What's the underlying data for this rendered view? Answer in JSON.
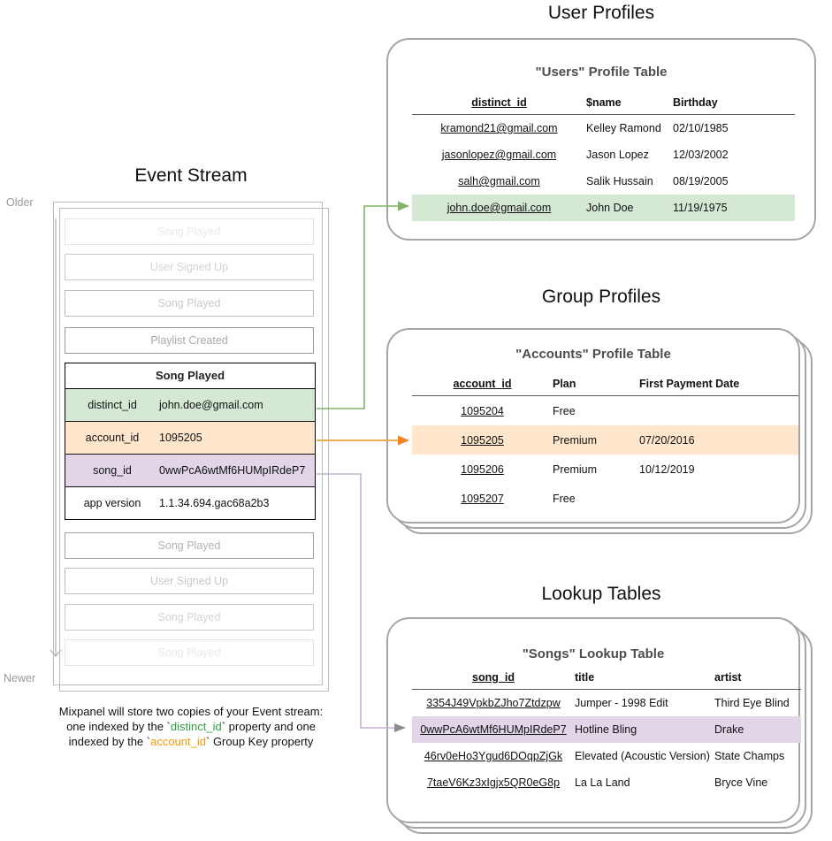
{
  "colors": {
    "green_fill": "#d5e8d4",
    "orange_fill": "#ffe6cc",
    "purple_fill": "#e1d5e7",
    "green_arrow": "#82b366",
    "orange_arrow_line": "#e8a33d",
    "orange_arrow_head": "#f5821f",
    "purple_arrow_line": "#c3b2d1",
    "purple_arrow_head": "#8c8c8c",
    "caption_green": "#2f9e44",
    "caption_orange": "#f79a0a",
    "box_border": "#a6a6a6",
    "stream_border": "#bcbcbc",
    "heading_gray": "#4d4d4d",
    "label_gray": "#999999"
  },
  "titles": {
    "event_stream": "Event Stream",
    "user_profiles": "User Profiles",
    "group_profiles": "Group Profiles",
    "lookup_tables": "Lookup Tables"
  },
  "timeline": {
    "older": "Older",
    "newer": "Newer"
  },
  "stream": {
    "events_before": [
      {
        "label": "Song Played"
      },
      {
        "label": "User Signed Up"
      },
      {
        "label": "Song Played"
      },
      {
        "label": "Playlist Created"
      }
    ],
    "expanded": {
      "title": "Song Played",
      "properties": [
        {
          "key": "distinct_id",
          "value": "john.doe@gmail.com"
        },
        {
          "key": "account_id",
          "value": "1095205"
        },
        {
          "key": "song_id",
          "value": "0wwPcA6wtMf6HUMpIRdeP7"
        },
        {
          "key": "app version",
          "value": "1.1.34.694.gac68a2b3"
        }
      ]
    },
    "events_after": [
      {
        "label": "Song Played"
      },
      {
        "label": "User Signed Up"
      },
      {
        "label": "Song Played"
      },
      {
        "label": "Song Played"
      }
    ]
  },
  "user_profiles": {
    "heading": "\"Users\" Profile Table",
    "columns": [
      "distinct_id",
      "$name",
      "Birthday"
    ],
    "rows": [
      [
        "kramond21@gmail.com",
        "Kelley Ramond",
        "02/10/1985"
      ],
      [
        "jasonlopez@gmail.com",
        "Jason Lopez",
        "12/03/2002"
      ],
      [
        "salh@gmail.com",
        "Salik Hussain",
        "08/19/2005"
      ],
      [
        "john.doe@gmail.com",
        "John Doe",
        "11/19/1975"
      ]
    ],
    "highlighted_row": 3
  },
  "group_profiles": {
    "heading": "\"Accounts\" Profile Table",
    "columns": [
      "account_id",
      "Plan",
      "First Payment Date"
    ],
    "rows": [
      [
        "1095204",
        "Free",
        ""
      ],
      [
        "1095205",
        "Premium",
        "07/20/2016"
      ],
      [
        "1095206",
        "Premium",
        "10/12/2019"
      ],
      [
        "1095207",
        "Free",
        ""
      ]
    ],
    "highlighted_row": 1
  },
  "lookup_tables": {
    "heading": "\"Songs\" Lookup Table",
    "columns": [
      "song_id",
      "title",
      "artist"
    ],
    "rows": [
      [
        "3354J49VpkbZJho7Ztdzpw",
        "Jumper - 1998 Edit",
        "Third Eye Blind"
      ],
      [
        "0wwPcA6wtMf6HUMpIRdeP7",
        "Hotline Bling",
        "Drake"
      ],
      [
        "46rv0eHo3Ygud6DOqpZjGk",
        "Elevated (Acoustic Version)",
        "State Champs"
      ],
      [
        "7taeV6Kz3xIgjx5QR0eG8p",
        "La La Land",
        "Bryce Vine"
      ]
    ],
    "highlighted_row": 1
  },
  "caption": {
    "line1": "Mixpanel will store two copies of your Event stream:",
    "line2_pre": "one indexed by the `",
    "line2_key": "distinct_id",
    "line2_post": "` property and one",
    "line3_pre": "indexed by the `",
    "line3_key": "account_id",
    "line3_post": "` Group Key property"
  }
}
